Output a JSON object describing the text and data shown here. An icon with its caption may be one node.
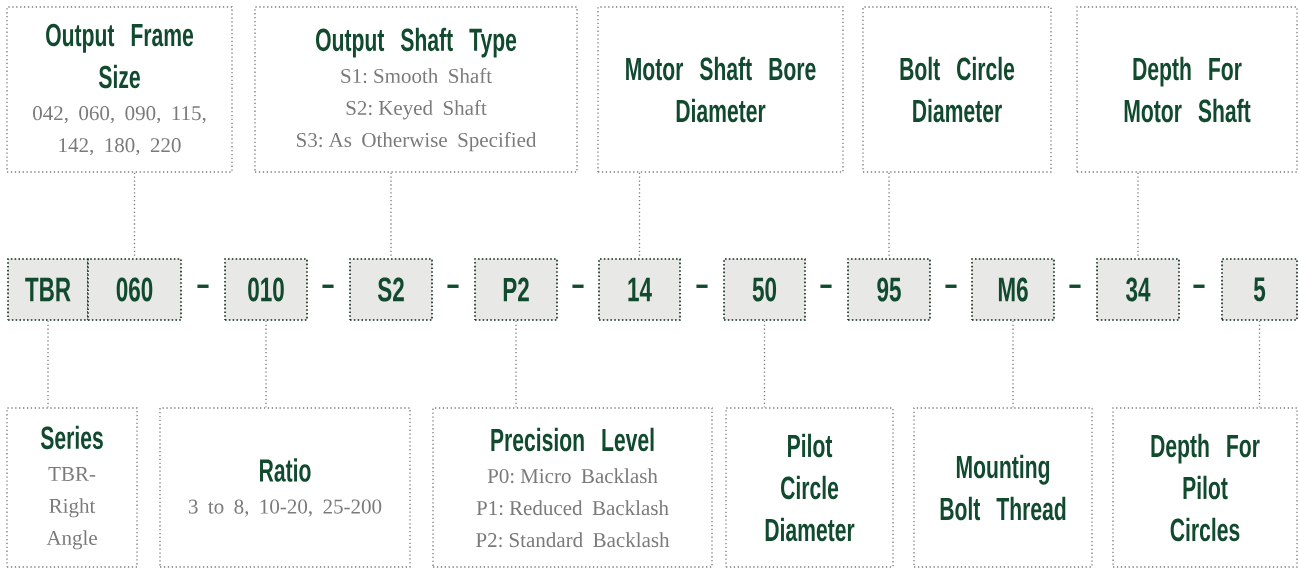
{
  "diagram": {
    "nodes": [
      {
        "text": [
          "Output Frame Size",
          "042, 060, 090, 115, 142, 180, 220"
        ]
      },
      {
        "text": [
          "Output Shaft Type",
          "S1: Smooth Shaft",
          "S2: Keyed Shaft",
          "S3: As Otherwise Specified"
        ]
      },
      {
        "text": [
          "Motor Shaft Bore Diameter"
        ]
      },
      {
        "text": [
          "Bolt Circle Diameter"
        ]
      },
      {
        "text": [
          "Depth For Motor Shaft"
        ]
      },
      {
        "text": [
          "TBR"
        ]
      },
      {
        "text": [
          "060"
        ]
      },
      {
        "text": [
          "010"
        ]
      },
      {
        "text": [
          "S2"
        ]
      },
      {
        "text": [
          "P2"
        ]
      },
      {
        "text": [
          "14"
        ]
      },
      {
        "text": [
          "50"
        ]
      },
      {
        "text": [
          "95"
        ]
      },
      {
        "text": [
          "M6"
        ]
      },
      {
        "text": [
          "34"
        ]
      },
      {
        "text": [
          "5"
        ]
      },
      {
        "text": [
          "Series",
          "TBR- Right Angle"
        ]
      },
      {
        "text": [
          "Ratio",
          "3 to 8, 10-20, 25-200"
        ]
      },
      {
        "text": [
          "Precision Level",
          "P0: Micro Backlash",
          "P1: Reduced Backlash",
          "P2: Standard Backlash"
        ]
      },
      {
        "text": [
          "Pilot Circle Diameter"
        ]
      },
      {
        "text": [
          "Mounting Bolt Thread"
        ]
      },
      {
        "text": [
          "Depth For Pilot Circles"
        ]
      }
    ],
    "edges": [
      {
        "from": 0,
        "to": 6,
        "arrow": "none"
      },
      {
        "from": 1,
        "to": 8,
        "arrow": "none"
      },
      {
        "from": 2,
        "to": 10,
        "arrow": "none"
      },
      {
        "from": 3,
        "to": 12,
        "arrow": "none"
      },
      {
        "from": 4,
        "to": 14,
        "arrow": "none"
      },
      {
        "from": 5,
        "to": 16,
        "arrow": "none"
      },
      {
        "from": 7,
        "to": 17,
        "arrow": "none"
      },
      {
        "from": 9,
        "to": 18,
        "arrow": "none"
      },
      {
        "from": 11,
        "to": 19,
        "arrow": "none"
      },
      {
        "from": 13,
        "to": 20,
        "arrow": "none"
      },
      {
        "from": 15,
        "to": 21,
        "arrow": "none"
      }
    ],
    "labels": [
      "–",
      "–",
      "–",
      "–",
      "–",
      "–",
      "–",
      "–",
      "–"
    ]
  }
}
